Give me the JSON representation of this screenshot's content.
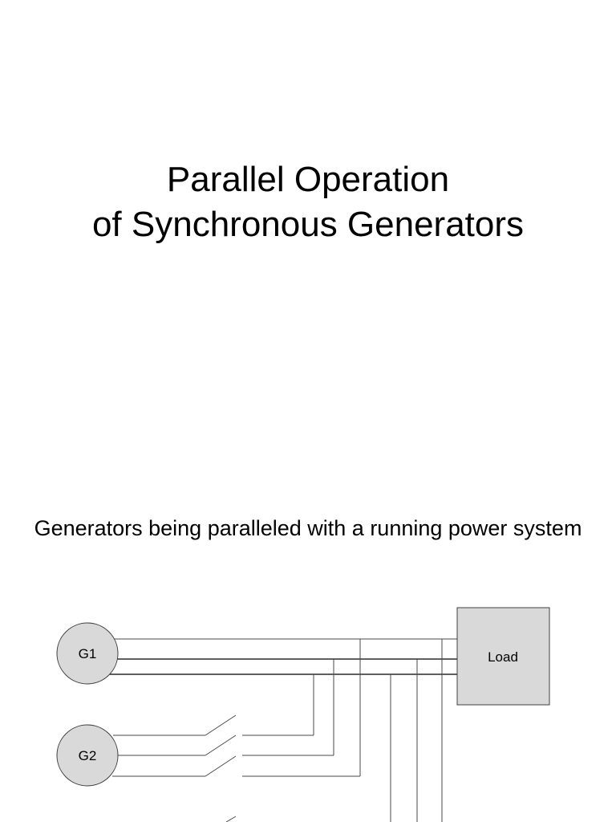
{
  "slide1": {
    "title_line1": "Parallel Operation",
    "title_line2": "of Synchronous Generators"
  },
  "slide2": {
    "subtitle": "Generators being paralleled with a running power system",
    "diagram": {
      "generators": [
        {
          "label": "G1"
        },
        {
          "label": "G2"
        }
      ],
      "load": {
        "label": "Load"
      }
    }
  },
  "colors": {
    "component_fill": "#d9d9d9",
    "outline": "#404040",
    "wire": "#000000"
  }
}
